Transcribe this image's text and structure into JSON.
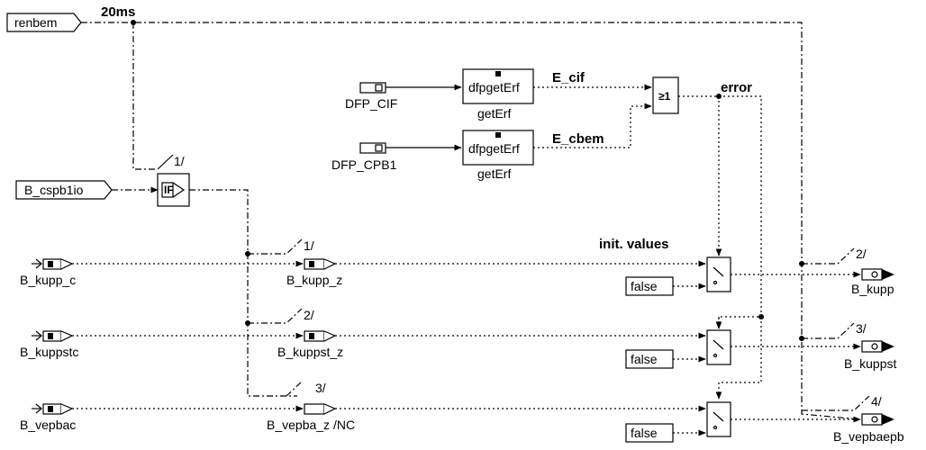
{
  "diagram": {
    "top_input": "renbem",
    "timer_label": "20ms",
    "if_input": "B_cspb1io",
    "if_block_label": "IF",
    "if_branch_labels": [
      "1/",
      "1/",
      "2/",
      "3/"
    ],
    "dfp": [
      {
        "name": "DFP_CIF",
        "block_text": "dfpgetErf",
        "block_caption": "getErf",
        "signal": "E_cif"
      },
      {
        "name": "DFP_CPB1",
        "block_text": "dfpgetErf",
        "block_caption": "getErf",
        "signal": "E_cbem"
      }
    ],
    "or_block_label": "≥1",
    "error_label": "error",
    "init_values_label": "init. values",
    "inputs": [
      "B_kupp_c",
      "B_kuppstc",
      "B_vepbac"
    ],
    "internals": [
      "B_kupp_z",
      "B_kuppst_z",
      "B_vepba_z /NC"
    ],
    "false_label": "false",
    "outputs": [
      {
        "index": "2/",
        "name": "B_kupp"
      },
      {
        "index": "3/",
        "name": "B_kuppst"
      },
      {
        "index": "4/",
        "name": "B_vepbaepb"
      }
    ]
  }
}
